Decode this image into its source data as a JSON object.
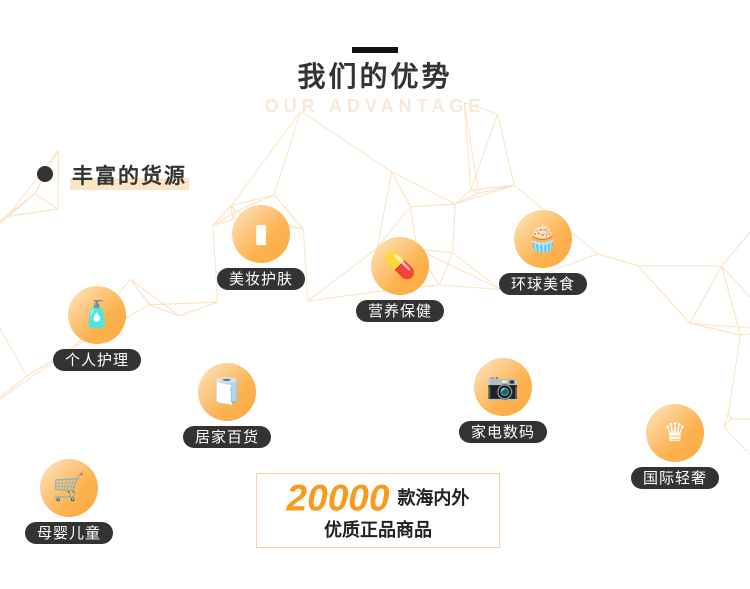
{
  "header": {
    "title": "我们的优势",
    "subtitle": "OUR ADVANTAGE"
  },
  "section": {
    "title": "丰富的货源"
  },
  "categories": [
    {
      "label": "美妆护肤",
      "icon": "lipstick-icon",
      "glyph": "▮"
    },
    {
      "label": "营养保健",
      "icon": "pill-icon",
      "glyph": "💊"
    },
    {
      "label": "环球美食",
      "icon": "cupcake-icon",
      "glyph": "🧁"
    },
    {
      "label": "个人护理",
      "icon": "lotion-bottle-icon",
      "glyph": "🧴"
    },
    {
      "label": "居家百货",
      "icon": "toilet-paper-icon",
      "glyph": "🧻"
    },
    {
      "label": "家电数码",
      "icon": "camera-icon",
      "glyph": "📷"
    },
    {
      "label": "国际轻奢",
      "icon": "crown-icon",
      "glyph": "♛"
    },
    {
      "label": "母婴儿童",
      "icon": "stroller-icon",
      "glyph": "🛒"
    }
  ],
  "highlight": {
    "number": "20000",
    "line1": "款海内外",
    "line2": "优质正品商品"
  },
  "colors": {
    "accent": "#f89b1c",
    "net": "#fbe3c4"
  }
}
